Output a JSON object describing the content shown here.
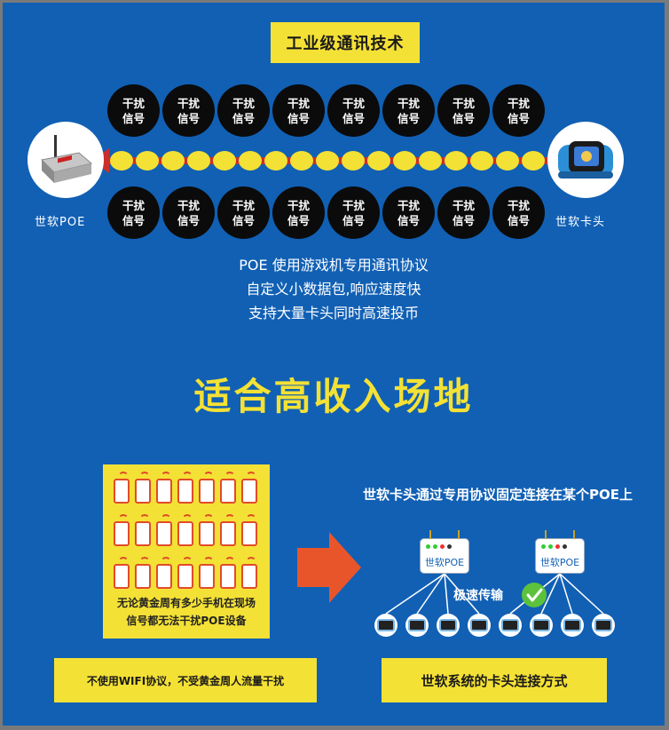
{
  "top_title": "工业级通讯技术",
  "signal_label_line1": "干扰",
  "signal_label_line2": "信号",
  "signals_top_count": 8,
  "signals_bottom_count": 8,
  "poe_device_label": "世软POE",
  "card_reader_label": "世软卡头",
  "info_lines": [
    "POE 使用游戏机专用通讯协议",
    "自定义小数据包,响应速度快",
    "支持大量卡头同时高速投币"
  ],
  "big_heading": "适合高收入场地",
  "phone_panel_caption_line1": "无论黄金周有多少手机在现场",
  "phone_panel_caption_line2": "信号都无法干扰POE设备",
  "right_title": "世软卡头通过专用协议固定连接在某个POE上",
  "poe_box_label": "世软POE",
  "speed_label": "极速传输",
  "bottom_left_caption": "不使用WIFI协议，不受黄金周人流量干扰",
  "bottom_right_caption": "世软系统的卡头连接方式",
  "colors": {
    "background": "#1160b4",
    "accent_yellow": "#f4e135",
    "signal_black": "#0b0b0b",
    "cable_red": "#c9302c",
    "arrow_orange": "#e9552a",
    "check_green": "#5cc23c"
  }
}
